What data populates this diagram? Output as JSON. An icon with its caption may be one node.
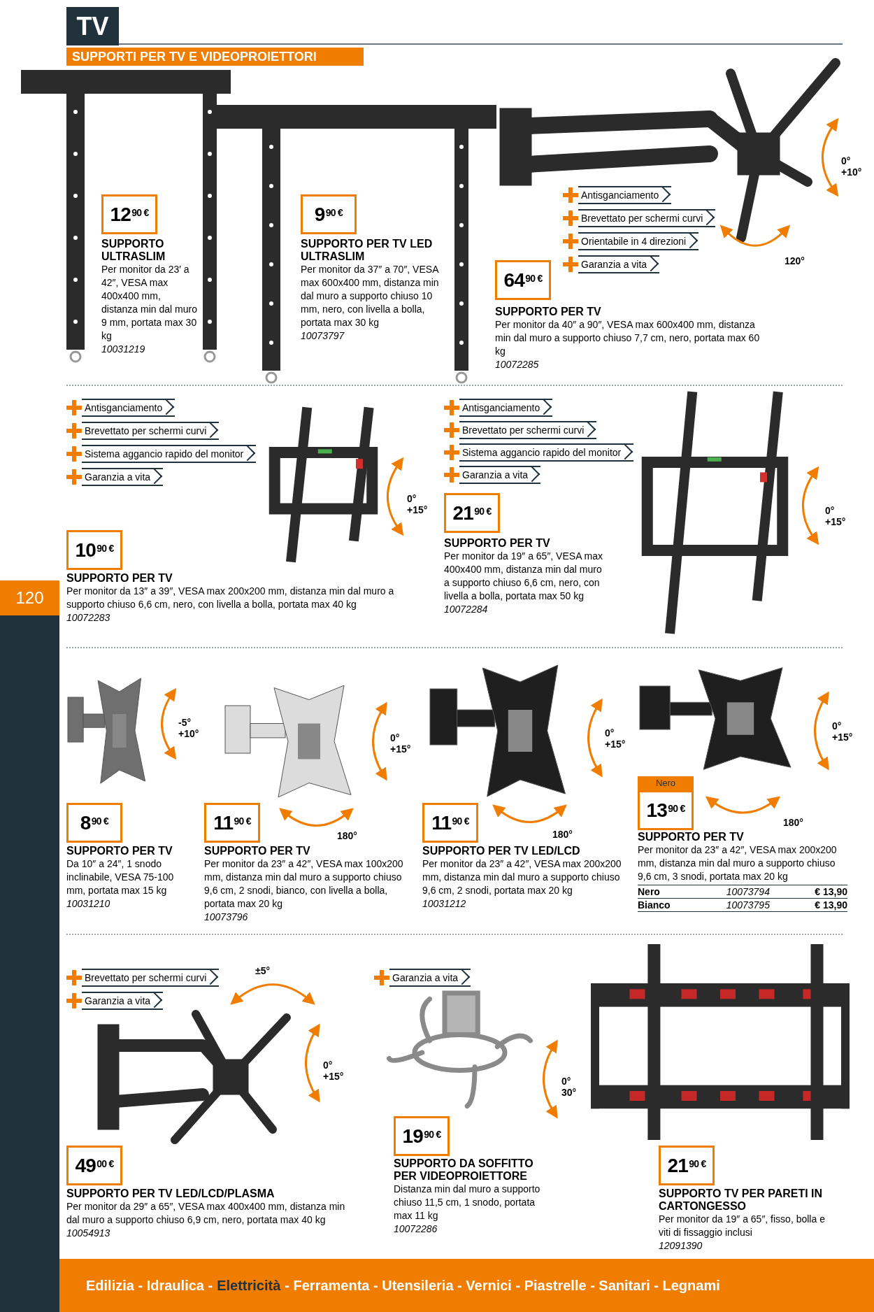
{
  "diagram": {
    "nodes": [
      {
        "text": [
          "TV"
        ]
      },
      {
        "text": [
          "SUPPORTI PER TV E VIDEOPROIETTORI"
        ]
      },
      {
        "text": [
          "12$^{90 €}$"
        ]
      },
      {
        "text": [
          "9$^{90 €}$"
        ]
      },
      {
        "text": [
          "Antisganciamento"
        ]
      },
      {
        "text": [
          "Brevettato per schermi curvi"
        ]
      },
      {
        "text": [
          "Orientabile in 4 direzioni"
        ]
      },
      {
        "text": [
          "Garanzia a vita"
        ]
      },
      {
        "text": [
          "64$^{90 €}$"
        ]
      },
      {
        "text": [
          "Antisganciamento"
        ]
      },
      {
        "text": [
          "Brevettato per schermi curvi"
        ]
      },
      {
        "text": [
          "Sistema aggancio rapido del monitor"
        ]
      },
      {
        "text": [
          "Garanzia a vita"
        ]
      },
      {
        "text": [
          "10$^{90 €}$"
        ]
      },
      {
        "text": [
          "Antisganciamento"
        ]
      },
      {
        "text": [
          "Brevettato per schermi curvi"
        ]
      },
      {
        "text": [
          "Sistema aggancio rapido del monitor"
        ]
      },
      {
        "text": [
          "Garanzia a vita"
        ]
      },
      {
        "text": [
          "21$^{90 €}$"
        ]
      },
      {
        "text": [
          "120"
        ]
      },
      {
        "text": [
          "8$^{90 €}$"
        ]
      },
      {
        "text": [
          "11$^{90 €}$"
        ]
      },
      {
        "text": [
          "11$^{90 €}$"
        ]
      },
      {
        "text": [
          "Nero"
        ]
      },
      {
        "text": [
          "13$^{90 €}$"
        ]
      },
      {
        "text": [
          "Brevettato per schermi curvi"
        ]
      },
      {
        "text": [
          "Garanzia a vita"
        ]
      },
      {
        "text": [
          "49$^{00 €}$"
        ]
      },
      {
        "text": [
          "Garanzia a vita"
        ]
      },
      {
        "text": [
          "19$^{90 €}$"
        ]
      },
      {
        "text": [
          "21$^{90 €}$"
        ]
      },
      {
        "text": [
          "Edilizia - Idraulica -",
          "Elettricità",
          "- Ferramenta - Utensileria - Vernici - Piastrelle - Sanitari - Legnami"
        ]
      },
      {
        "text": [],
        "shape": "bar"
      }
    ],
    "labels": [
      "SUPPORTO ULTRASLIM",
      "Per monitor da 23′ a 42″, VESA max 400x400 mm, distanza min dal muro 9 mm, portata max 30 kg",
      "10031219",
      "SUPPORTO PER TV LED ULTRASLIM",
      "Per monitor da 37″ a 70″, VESA max 600x400 mm, distanza min dal muro a supporto chiuso 10 mm, nero, con livella a bolla, portata max 30 kg",
      "10073797",
      "0° +10°",
      "120°",
      "SUPPORTO PER TV",
      "Per monitor da 40″ a 90″, VESA max 600x400 mm, distanza min dal muro a supporto chiuso 7,7 cm, nero, portata max 60 kg",
      "10072285",
      "SUPPORTO PER TV",
      "Per monitor da 13″ a 39″, VESA max 200x200 mm, distanza min dal muro a supporto chiuso 6,6 cm, nero, con livella a bolla, portata max 40 kg",
      "10072283",
      "0° +15°",
      "0° +15°",
      "SUPPORTO PER TV",
      "Per monitor da 19″ a 65″, VESA max 400x400 mm, distanza min dal muro a supporto chiuso 6,6 cm, nero, con livella a bolla, portata max 50 kg",
      "10072284",
      "-5° +10°",
      "SUPPORTO PER TV",
      "Da 10″ a 24″, 1 snodo inclinabile, VESA 75-100 mm, portata max 15 kg",
      "10031210",
      "0° +15°",
      "180°",
      "SUPPORTO PER TV",
      "Per monitor da 23″ a 42″, VESA max 100x200 mm, distanza min dal muro a supporto chiuso 9,6 cm, 2 snodi, bianco, con livella a bolla, portata max 20 kg",
      "10073796",
      "0° +15°",
      "180°",
      "SUPPORTO PER TV LED/LCD",
      "Per monitor da 23″ a 42″, VESA max 200x200 mm, distanza min dal muro a supporto chiuso 9,6 cm, 2 snodi, portata max 20 kg",
      "10031212",
      "0° +15°",
      "180°",
      "SUPPORTO PER TV",
      "Per monitor da 23″ a 42″, VESA max 200x200 mm, distanza min dal muro a supporto chiuso 9,6 cm, 3 snodi, portata max 20 kg",
      "Nero",
      "10073794",
      "€ 13,90",
      "Bianco",
      "10073795",
      "€ 13,90",
      "±5°",
      "0° +15°",
      "SUPPORTO PER TV LED/LCD/PLASMA",
      "Per monitor da 29″ a 65″, VESA max 400x400 mm, distanza min dal muro a supporto chiuso 6,9 cm, nero, portata max 40 kg",
      "10054913",
      "0° 30°",
      "SUPPORTO DA SOFFITTO PER VIDEOPROIETTORE",
      "Distanza min dal muro a supporto chiuso 11,5 cm, 1 snodo, portata max 11 kg",
      "10072286",
      "SUPPORTO TV PER PARETI IN CARTONGESSO",
      "Per monitor da 19″ a 65″, fisso, bolla e viti di fissaggio inclusi",
      "12091390"
    ]
  }
}
